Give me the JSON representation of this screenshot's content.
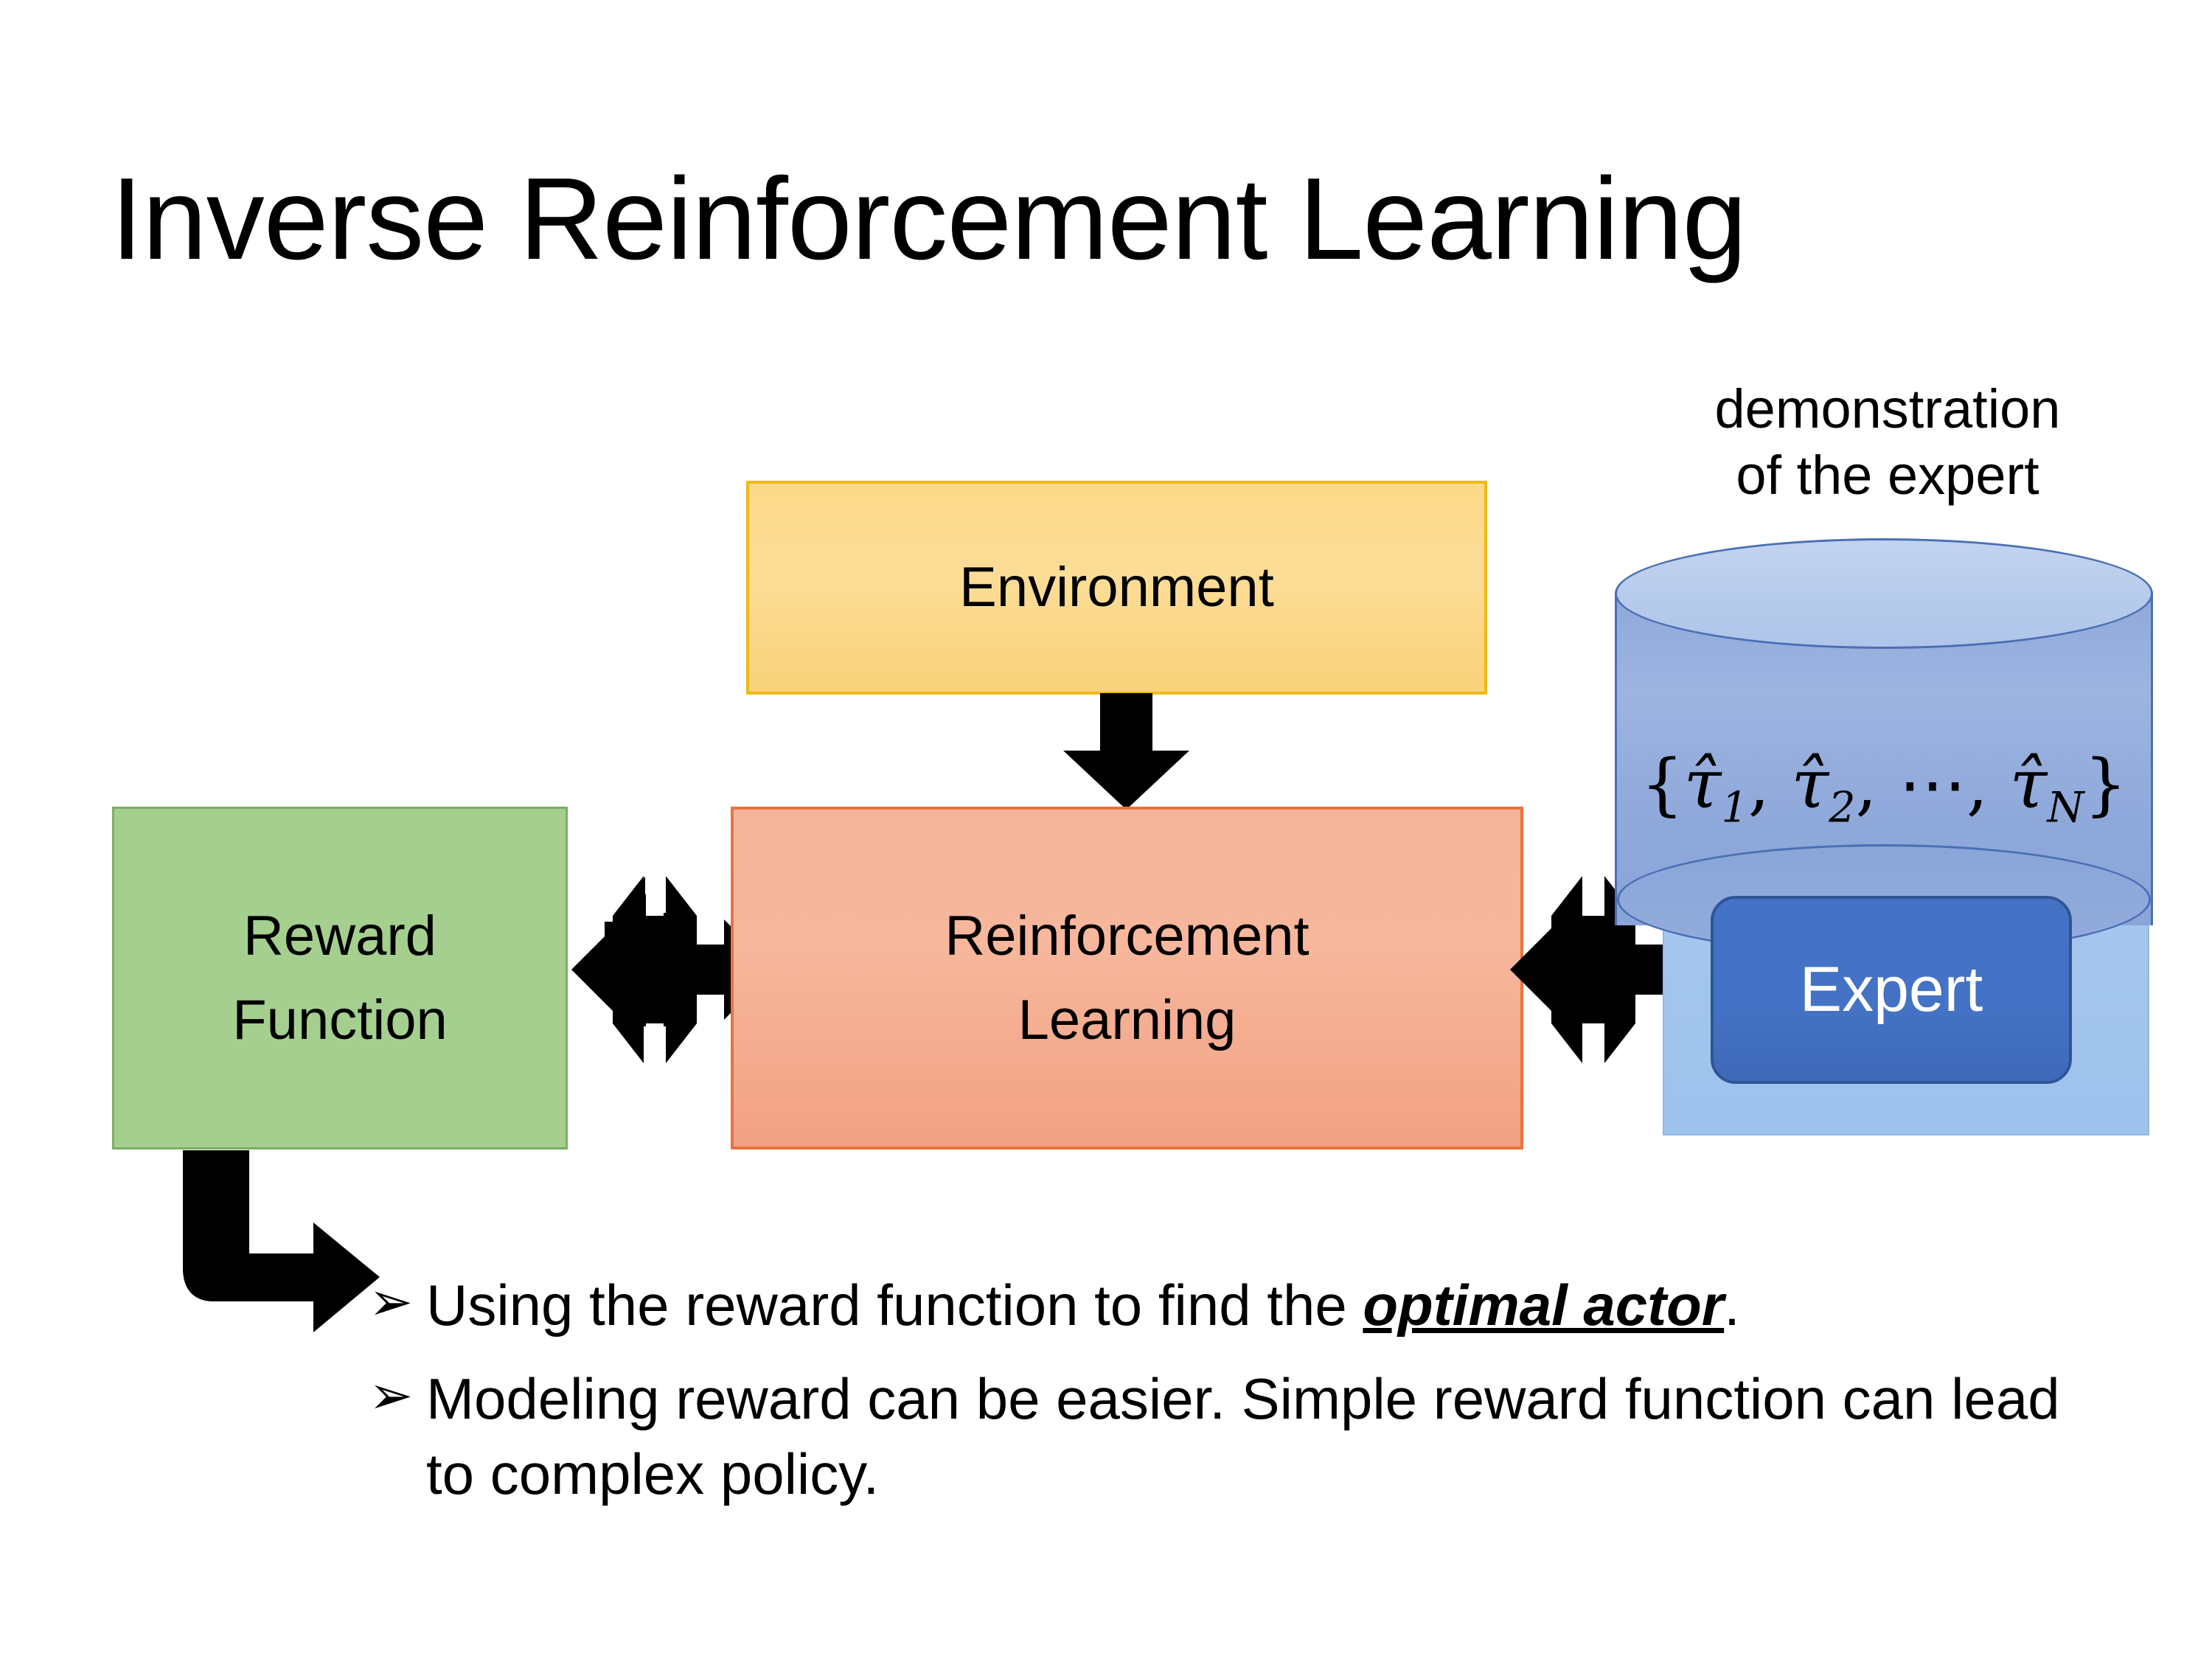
{
  "slide": {
    "title": "Inverse Reinforcement Learning",
    "background_color": "#FFFFFF"
  },
  "diagram": {
    "environment": {
      "label": "Environment",
      "fill_color": "#FBD98A",
      "border_color": "#EFB918"
    },
    "reinforcement_learning": {
      "label_line1": "Reinforcement",
      "label_line2": "Learning",
      "fill_color": "#F4B59B",
      "border_color": "#E8743B"
    },
    "reward_function": {
      "label_line1": "Reward",
      "label_line2": "Function",
      "fill_color": "#A4CF8F",
      "border_color": "#79AE63"
    },
    "expert": {
      "label": "Expert",
      "fill_color": "#4472C4",
      "border_color": "#2E5597",
      "text_color": "#FFFFFF"
    },
    "expert_panel": {
      "fill_color": "#A8C8EE"
    },
    "demonstration_cylinder": {
      "caption_line1": "demonstration",
      "caption_line2": "of the expert",
      "formula": "{τ̂1, τ̂2, ⋯, τ̂N}",
      "formula_parts": {
        "open_brace": "{",
        "tau1": "τ̂",
        "sub1": "1",
        "sep1": ", ",
        "tau2": "τ̂",
        "sub2": "2",
        "sep2": ", ⋯, ",
        "tauN": "τ̂",
        "subN": "N",
        "close_brace": "}"
      },
      "fill_color": "#8FA9DA",
      "top_color": "#C2D3EF",
      "border_color": "#4A6FB5"
    },
    "connectors": {
      "environment_to_rl": "down-arrow",
      "reward_to_rl": "four-way-arrow",
      "rl_to_expert": "four-way-arrow",
      "reward_to_bullets": "bent-arrow",
      "color": "#000000"
    }
  },
  "bullets": [
    {
      "marker": "➢",
      "text_before": "Using the reward function to find the ",
      "emphasis": "optimal actor",
      "text_after": "."
    },
    {
      "marker": "➢",
      "text_before": "Modeling reward can be easier. Simple reward function can lead to complex policy.",
      "emphasis": "",
      "text_after": ""
    }
  ]
}
